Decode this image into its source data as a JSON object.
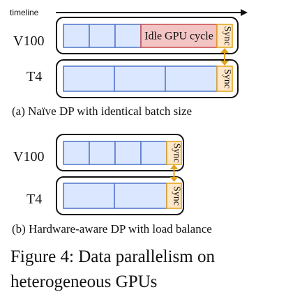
{
  "timeline": {
    "label": "timeline"
  },
  "colors": {
    "batch_fill": "#dbe7ff",
    "batch_stroke": "#4f74c9",
    "idle_fill": "#f3c4c4",
    "idle_stroke": "#c84a4a",
    "sync_fill": "#ffe7c7",
    "sync_stroke": "#e0a21a",
    "group_border": "#111111",
    "arrow": "#e0a21a"
  },
  "panel_a": {
    "gpus": [
      "V100",
      "T4"
    ],
    "idle_label": "Idle GPU cycle",
    "sync_label": "Sync",
    "caption": "(a) Naïve DP with identical batch size"
  },
  "panel_b": {
    "gpus": [
      "V100",
      "T4"
    ],
    "sync_label": "Sync",
    "caption": "(b) Hardware-aware DP with load balance"
  },
  "figure": {
    "caption_line1": "Figure 4: Data parallelism on",
    "caption_line2": "heterogeneous GPUs"
  }
}
